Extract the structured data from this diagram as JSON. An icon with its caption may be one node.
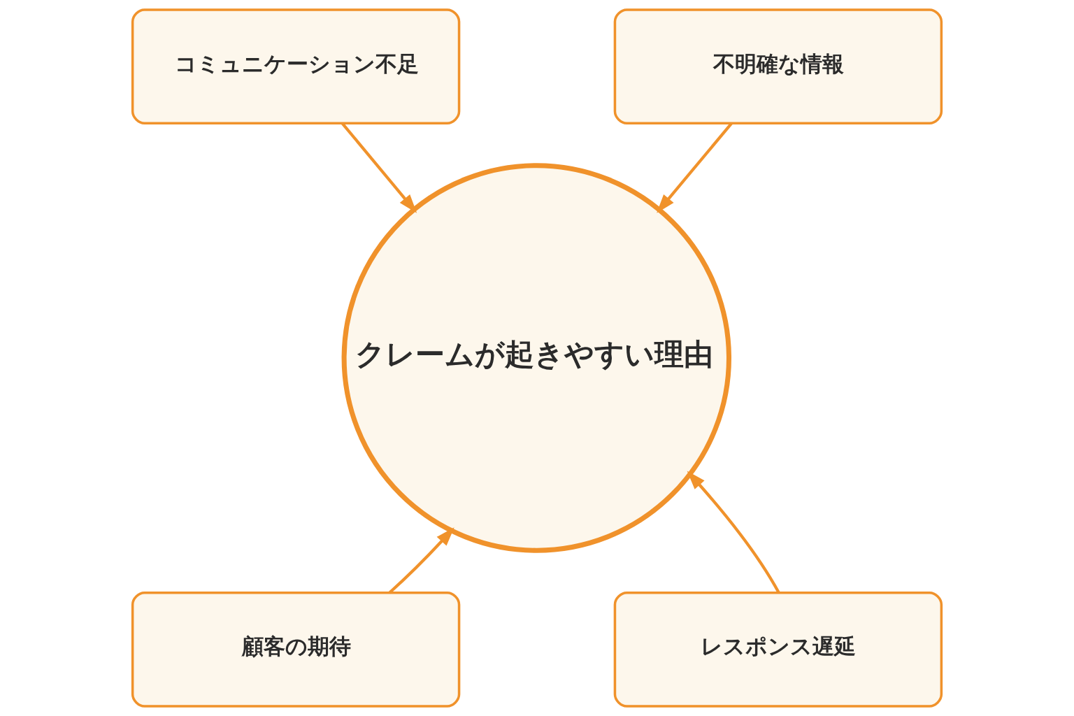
{
  "diagram": {
    "nodes": [
      {
        "text": [
          "コミュニケーション不足"
        ]
      },
      {
        "text": [
          "不明確な情報"
        ]
      },
      {
        "text": [
          "クレームが起きやすい理由"
        ]
      },
      {
        "text": [
          "顧客の期待"
        ]
      },
      {
        "text": [
          "レスポンス遅延"
        ]
      }
    ],
    "edges": [
      {
        "from": 0,
        "to": 2,
        "arrow": "to"
      },
      {
        "from": 1,
        "to": 2,
        "arrow": "to"
      },
      {
        "from": 3,
        "to": 2,
        "arrow": "to"
      },
      {
        "from": 4,
        "to": 2,
        "arrow": "to"
      }
    ]
  }
}
